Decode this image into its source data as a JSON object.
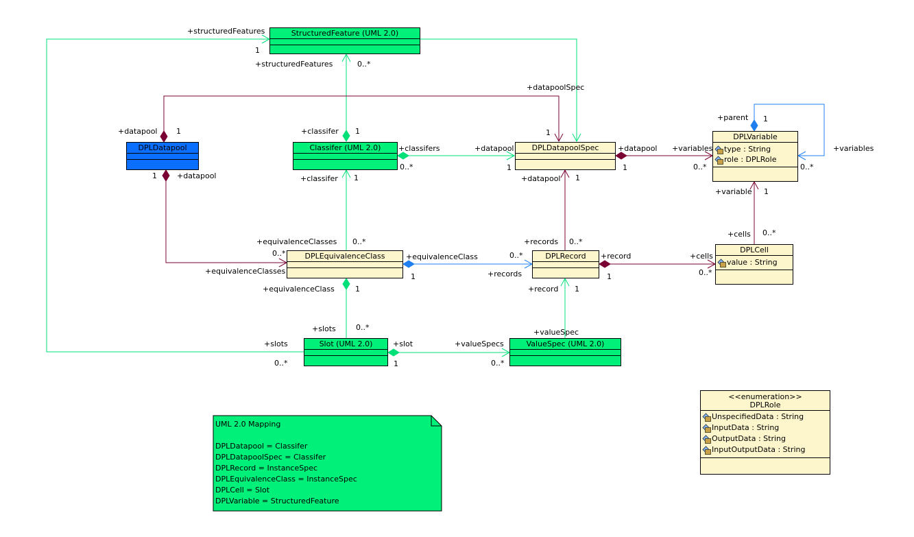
{
  "colors": {
    "composition": "#7a0033",
    "association_green": "#00e078",
    "association_blue": "#1f7ff0",
    "class_fill": "#fdf6cc",
    "uml_fill": "#00f07a",
    "datapool_fill": "#0a6eff"
  },
  "classes": {
    "structured_feature": {
      "name": "StructuredFeature (UML 2.0)"
    },
    "dpl_datapool": {
      "name": "DPLDatapool"
    },
    "classifer": {
      "name": "Classifer (UML 2.0)"
    },
    "dpl_datapool_spec": {
      "name": "DPLDatapoolSpec"
    },
    "dpl_variable": {
      "name": "DPLVariable",
      "attributes": [
        "type : String",
        "role : DPLRole"
      ]
    },
    "dpl_equivalence_class": {
      "name": "DPLEquivalenceClass"
    },
    "dpl_record": {
      "name": "DPLRecord"
    },
    "dpl_cell": {
      "name": "DPLCell",
      "attributes": [
        "value : String"
      ]
    },
    "slot": {
      "name": "Slot (UML 2.0)"
    },
    "value_spec": {
      "name": "ValueSpec (UML 2.0)"
    },
    "dpl_role": {
      "stereotype": "<<enumeration>>",
      "name": "DPLRole",
      "attributes": [
        "UnspecifiedData : String",
        "InputData : String",
        "OutputData : String",
        "InputOutputData : String"
      ]
    }
  },
  "labels": {
    "sf_left_role": "+structuredFeatures",
    "sf_left_mult": "1",
    "sf_bottom_role": "+structuredFeatures",
    "sf_bottom_mult": "0..*",
    "datapool_spec_role_top": "+datapoolSpec",
    "dp_top_role": "+datapool",
    "dp_top_mult": "1",
    "classifer_top_role": "+classifer",
    "classifer_top_mult": "1",
    "spec_top_mult": "1",
    "classifers_role": "+classifers",
    "classifers_mult": "0..*",
    "spec_datapool_left_role": "+datapool",
    "spec_datapool_left_mult": "1",
    "spec_datapool_right_role": "+datapool",
    "spec_datapool_right_mult": "1",
    "variables_role": "+variables",
    "variables_mult": "0..*",
    "parent_role": "+parent",
    "parent_mult": "1",
    "self_variables_role": "+variables",
    "self_variables_mult": "0..*",
    "dp_bottom_mult": "1",
    "dp_bottom_role": "+datapool",
    "classifer_bottom_role": "+classifer",
    "classifer_bottom_mult": "1",
    "spec_bottom_role": "+datapool",
    "spec_bottom_mult": "1",
    "variable_role": "+variable",
    "variable_mult": "1",
    "eq_top_role": "+equivalenceClasses",
    "eq_top_mult": "0..*",
    "eq_left_mult": "0..*",
    "eq_left_role": "+equivalenceClasses",
    "records_top_role": "+records",
    "records_top_mult": "0..*",
    "cells_top_role": "+cells",
    "cells_top_mult": "0..*",
    "equivalence_class_role": "+equivalenceClass",
    "equivalence_class_mult": "1",
    "record_left_mult": "0..*",
    "records_left_role": "+records",
    "record_right_role": "+record",
    "record_right_mult": "1",
    "cells_left_role": "+cells",
    "cells_left_mult": "0..*",
    "eq_bottom_role": "+equivalenceClass",
    "eq_bottom_mult": "1",
    "record_bottom_role": "+record",
    "record_bottom_mult": "1",
    "slots_role": "+slots",
    "slots_mult": "0..*",
    "slots_left_role": "+slots",
    "slots_left_mult": "0..*",
    "slot_role": "+slot",
    "slot_mult": "1",
    "value_spec_top_role": "+valueSpec",
    "value_specs_role": "+valueSpecs",
    "value_specs_mult": "0..*"
  },
  "note": {
    "lines": [
      "UML 2.0 Mapping",
      "",
      "DPLDatapool = Classifer",
      "DPLDatapoolSpec = Classifer",
      "DPLRecord = InstanceSpec",
      "DPLEquivalenceClass = InstanceSpec",
      "DPLCell = Slot",
      "DPLVariable = StructuredFeature"
    ]
  }
}
